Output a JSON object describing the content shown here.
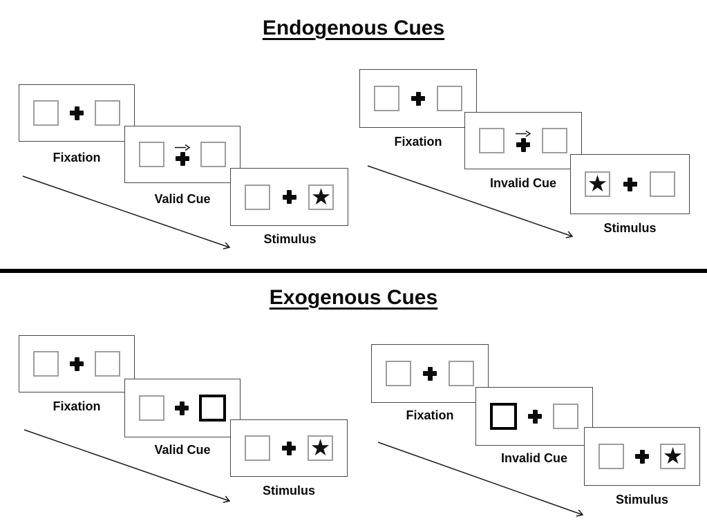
{
  "sections": {
    "top": {
      "title": "Endogenous Cues"
    },
    "bottom": {
      "title": "Exogenous Cues"
    }
  },
  "icons": {
    "star": "★",
    "fixation_cross": "+",
    "cue_arrow_direction": "right"
  },
  "colors": {
    "background": "#ffffff",
    "text": "#000000",
    "panel_border": "#464646",
    "square_border": "#9d9d9d",
    "cue_highlight_border": "#000000",
    "divider": "#000000"
  },
  "groups": [
    {
      "id": "endogenous-valid-sequence",
      "section": "Endogenous Cues",
      "cue_type": "central-arrow-right",
      "stimulus_side": "right",
      "steps": [
        {
          "label": "Fixation"
        },
        {
          "label": "Valid Cue"
        },
        {
          "label": "Stimulus"
        }
      ]
    },
    {
      "id": "endogenous-invalid-sequence",
      "section": "Endogenous Cues",
      "cue_type": "central-arrow-right",
      "stimulus_side": "left",
      "steps": [
        {
          "label": "Fixation"
        },
        {
          "label": "Invalid Cue"
        },
        {
          "label": "Stimulus"
        }
      ]
    },
    {
      "id": "exogenous-valid-sequence",
      "section": "Exogenous Cues",
      "cue_type": "peripheral-box-right",
      "stimulus_side": "right",
      "steps": [
        {
          "label": "Fixation"
        },
        {
          "label": "Valid Cue"
        },
        {
          "label": "Stimulus"
        }
      ]
    },
    {
      "id": "exogenous-invalid-sequence",
      "section": "Exogenous Cues",
      "cue_type": "peripheral-box-left",
      "stimulus_side": "right",
      "steps": [
        {
          "label": "Fixation"
        },
        {
          "label": "Invalid Cue"
        },
        {
          "label": "Stimulus"
        }
      ]
    }
  ]
}
